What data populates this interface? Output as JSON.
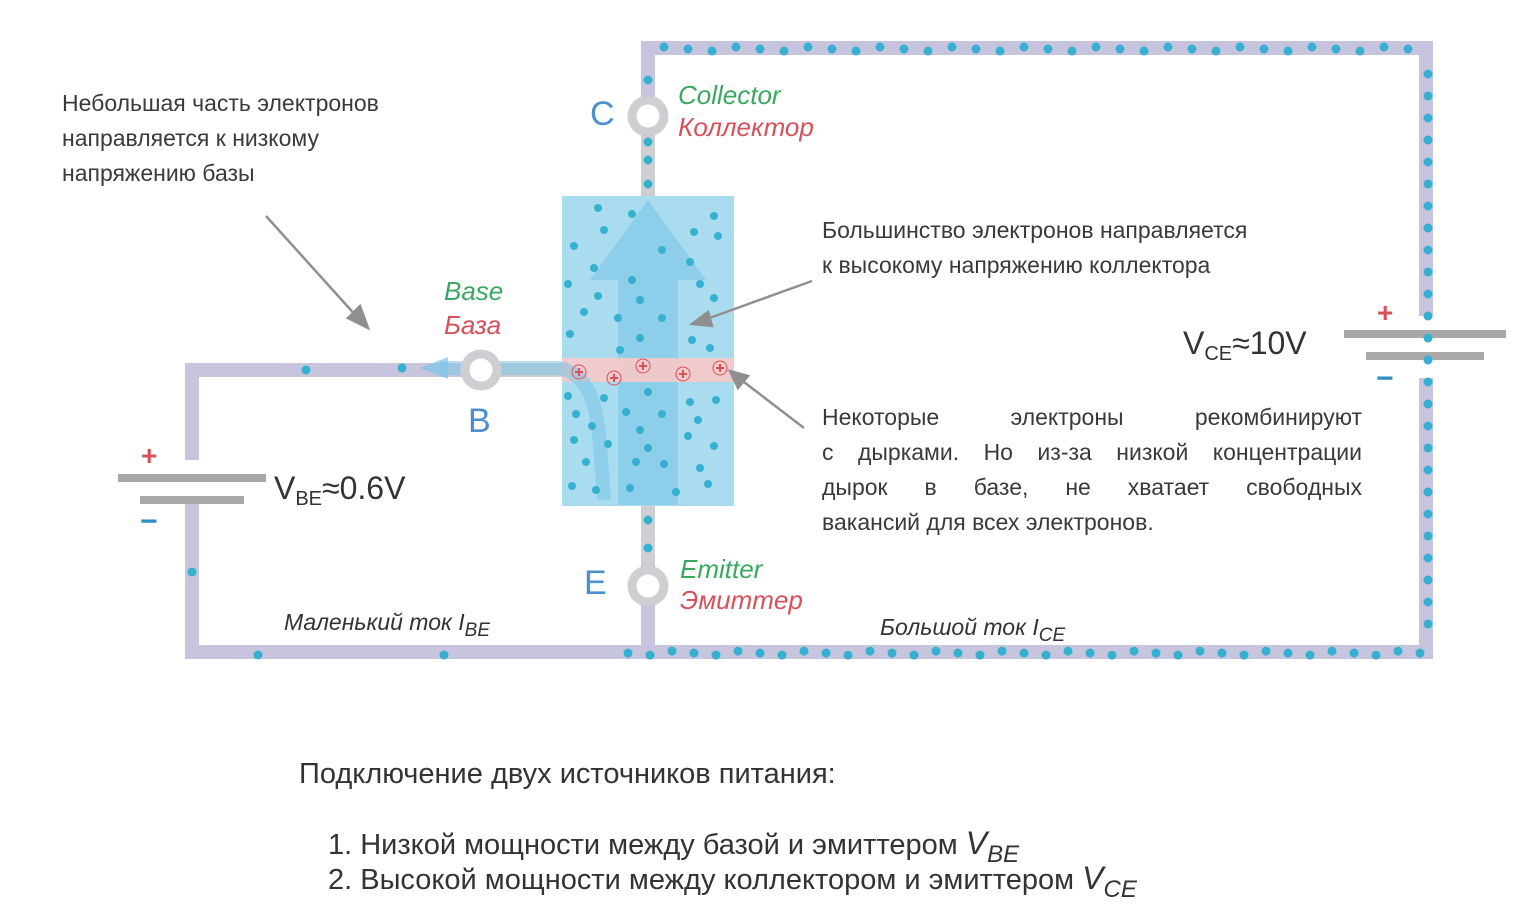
{
  "notes": {
    "small_part": [
      "Небольшая часть электронов",
      "направляется к низкому",
      "напряжению базы"
    ],
    "majority": [
      "Большинство электронов направляется",
      "к высокому напряжению коллектора"
    ],
    "recombine": [
      "Некоторые электроны рекомбинируют",
      "с дырками. Но из-за низкой концентрации",
      "дырок в базе, не хватает свободных",
      "вакансий для всех электронов."
    ]
  },
  "terminals": {
    "collector": {
      "letter": "C",
      "en": "Collector",
      "ru": "Коллектор"
    },
    "base": {
      "letter": "B",
      "en": "Base",
      "ru": "База"
    },
    "emitter": {
      "letter": "E",
      "en": "Emitter",
      "ru": "Эмиттер"
    }
  },
  "sources": {
    "vbe": {
      "symbol": "V",
      "sub": "BE",
      "approx": "≈",
      "value": "0.6V",
      "plus": "+",
      "minus": "−"
    },
    "vce": {
      "symbol": "V",
      "sub": "CE",
      "approx": "≈",
      "value": "10V",
      "plus": "+",
      "minus": "−"
    }
  },
  "currents": {
    "small": {
      "label": "Маленький ток I",
      "sub": "BE"
    },
    "large": {
      "label": "Большой ток I",
      "sub": "CE"
    }
  },
  "caption": {
    "title": "Подключение двух источников питания:",
    "items": [
      {
        "text": "1. Низкой мощности между базой и эмиттером ",
        "sym": "V",
        "sub": "BE"
      },
      {
        "text": "2. Высокой мощности между коллектором и эмиттером ",
        "sym": "V",
        "sub": "CE"
      }
    ]
  },
  "colors": {
    "wire": "#c7c5de",
    "inner_wire": "#cfcfd3",
    "transistor": "#a9dcef",
    "junction": "#f7c9c9",
    "electron": "#35b0d0",
    "hole": "#d8505a",
    "label_blue": "#4c8fcf",
    "label_green": "#3aa860",
    "label_red": "#d8505a"
  },
  "icons": {
    "hole": "plus-circle",
    "electron": "dot",
    "terminal": "ring"
  }
}
